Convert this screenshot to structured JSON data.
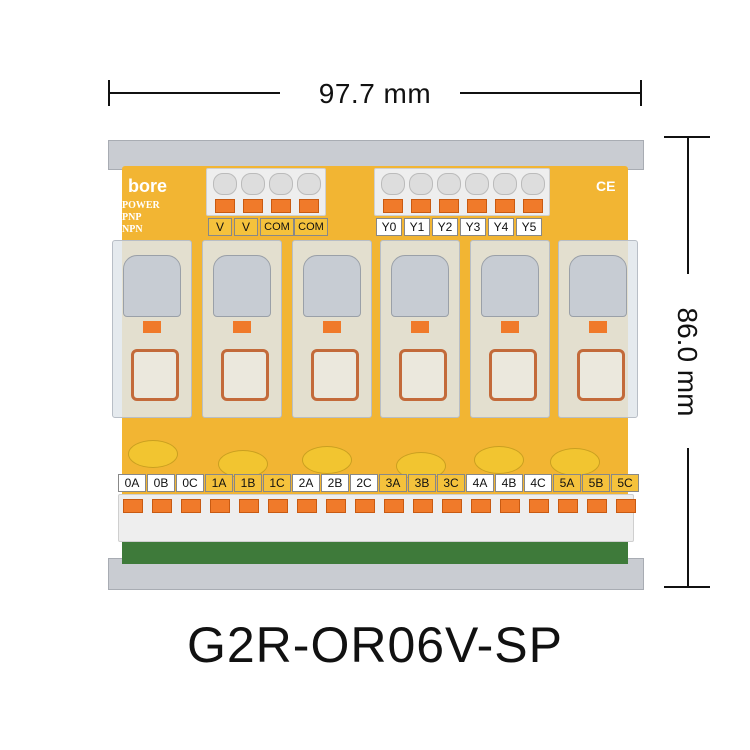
{
  "dimensions": {
    "width_label": "97.7 mm",
    "height_label": "86.0 mm"
  },
  "board": {
    "brand": "bore",
    "mark": "CE",
    "silkscreen": [
      "POWER",
      "PNP",
      "NPN"
    ],
    "power_labels": [
      "V",
      "V",
      "COM",
      "COM"
    ],
    "output_labels": [
      "Y0",
      "Y1",
      "Y2",
      "Y3",
      "Y4",
      "Y5"
    ],
    "bottom_labels": [
      "0A",
      "0B",
      "0C",
      "1A",
      "1B",
      "1C",
      "2A",
      "2B",
      "2C",
      "3A",
      "3B",
      "3C",
      "4A",
      "4B",
      "4C",
      "5A",
      "5B",
      "5C"
    ],
    "relay_count": 6
  },
  "model": "G2R-OR06V-SP",
  "colors": {
    "pcb": "#f2b533",
    "lever": "#f07a2a",
    "rail": "#c9ccd2"
  }
}
